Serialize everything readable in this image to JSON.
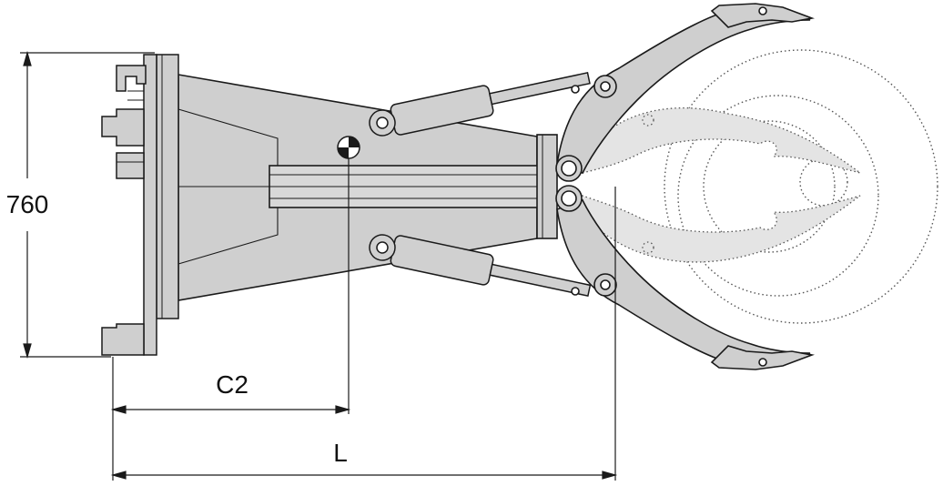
{
  "diagram": {
    "dimension_height_label": "760",
    "dimension_c2_label": "C2",
    "dimension_l_label": "L"
  },
  "colors": {
    "body_fill": "#cfcfcf",
    "ghost_fill": "#e2e2e2",
    "stroke": "#1a1a1a",
    "background": "#ffffff"
  }
}
